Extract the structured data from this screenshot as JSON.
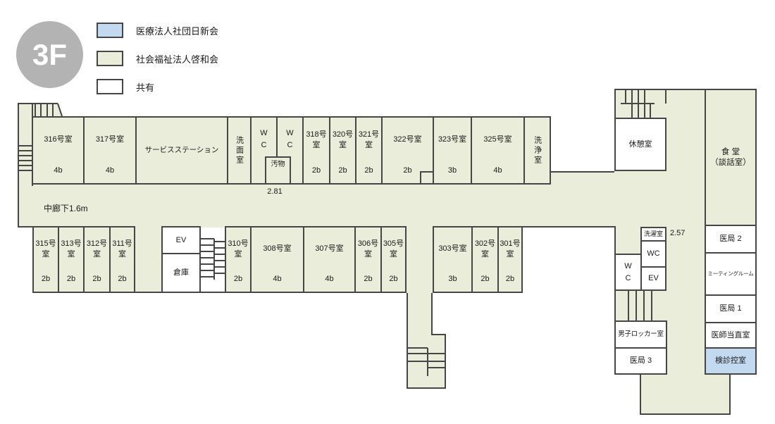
{
  "floor": {
    "badge": "3F"
  },
  "legend": {
    "items": [
      {
        "label": "医療法人社団日新会",
        "color": "#c3d9f0"
      },
      {
        "label": "社会福祉法人啓和会",
        "color": "#e9edda"
      },
      {
        "label": "共有",
        "color": "#ffffff"
      }
    ]
  },
  "annotations": {
    "corridor_label": "中廊下1.6m",
    "dim_wc_area": "2.81",
    "dim_wing": "2.57"
  },
  "soiled_room": {
    "name": "汚物"
  },
  "rooms_top": [
    {
      "name": "316号室",
      "beds": "4b"
    },
    {
      "name": "317号室",
      "beds": "4b"
    },
    {
      "name": "サービスステーション"
    },
    {
      "name": "洗面室"
    },
    {
      "name": "W C"
    },
    {
      "name": "W C"
    },
    {
      "name": "318号室",
      "beds": "2b"
    },
    {
      "name": "320号室",
      "beds": "2b"
    },
    {
      "name": "321号室",
      "beds": "2b"
    },
    {
      "name": "322号室",
      "beds": "2b"
    },
    {
      "name": "323号室",
      "beds": "3b"
    },
    {
      "name": "325号室",
      "beds": "4b"
    },
    {
      "name": "洗浄室"
    }
  ],
  "rooms_bottom": [
    {
      "name": "315号室",
      "beds": "2b"
    },
    {
      "name": "313号室",
      "beds": "2b"
    },
    {
      "name": "312号室",
      "beds": "2b"
    },
    {
      "name": "311号室",
      "beds": "2b"
    },
    {
      "name": "EV"
    },
    {
      "name": "倉庫"
    },
    {
      "name": "310号室",
      "beds": "2b"
    },
    {
      "name": "308号室",
      "beds": "4b"
    },
    {
      "name": "307号室",
      "beds": "4b"
    },
    {
      "name": "306号室",
      "beds": "2b"
    },
    {
      "name": "305号室",
      "beds": "2b"
    },
    {
      "name": "303号室",
      "beds": "3b"
    },
    {
      "name": "302号室",
      "beds": "2b"
    },
    {
      "name": "301号室",
      "beds": "2b"
    }
  ],
  "wing": {
    "rest_room": "休憩室",
    "dining": {
      "line1": "食 堂",
      "line2": "（談話室）"
    },
    "laundry": "洗濯室",
    "wc_small": "WC",
    "elevator": "EV",
    "wc_stacked": "W C",
    "mens_locker": "男子ロッカー室",
    "doctor_office_3": "医局 3",
    "doctor_office_2": "医局 2",
    "meeting_room": "ミーティングルーム",
    "doctor_office_1": "医局 1",
    "doctor_duty_room": "医師当直室",
    "checkup_waiting_room": "検診控室"
  }
}
